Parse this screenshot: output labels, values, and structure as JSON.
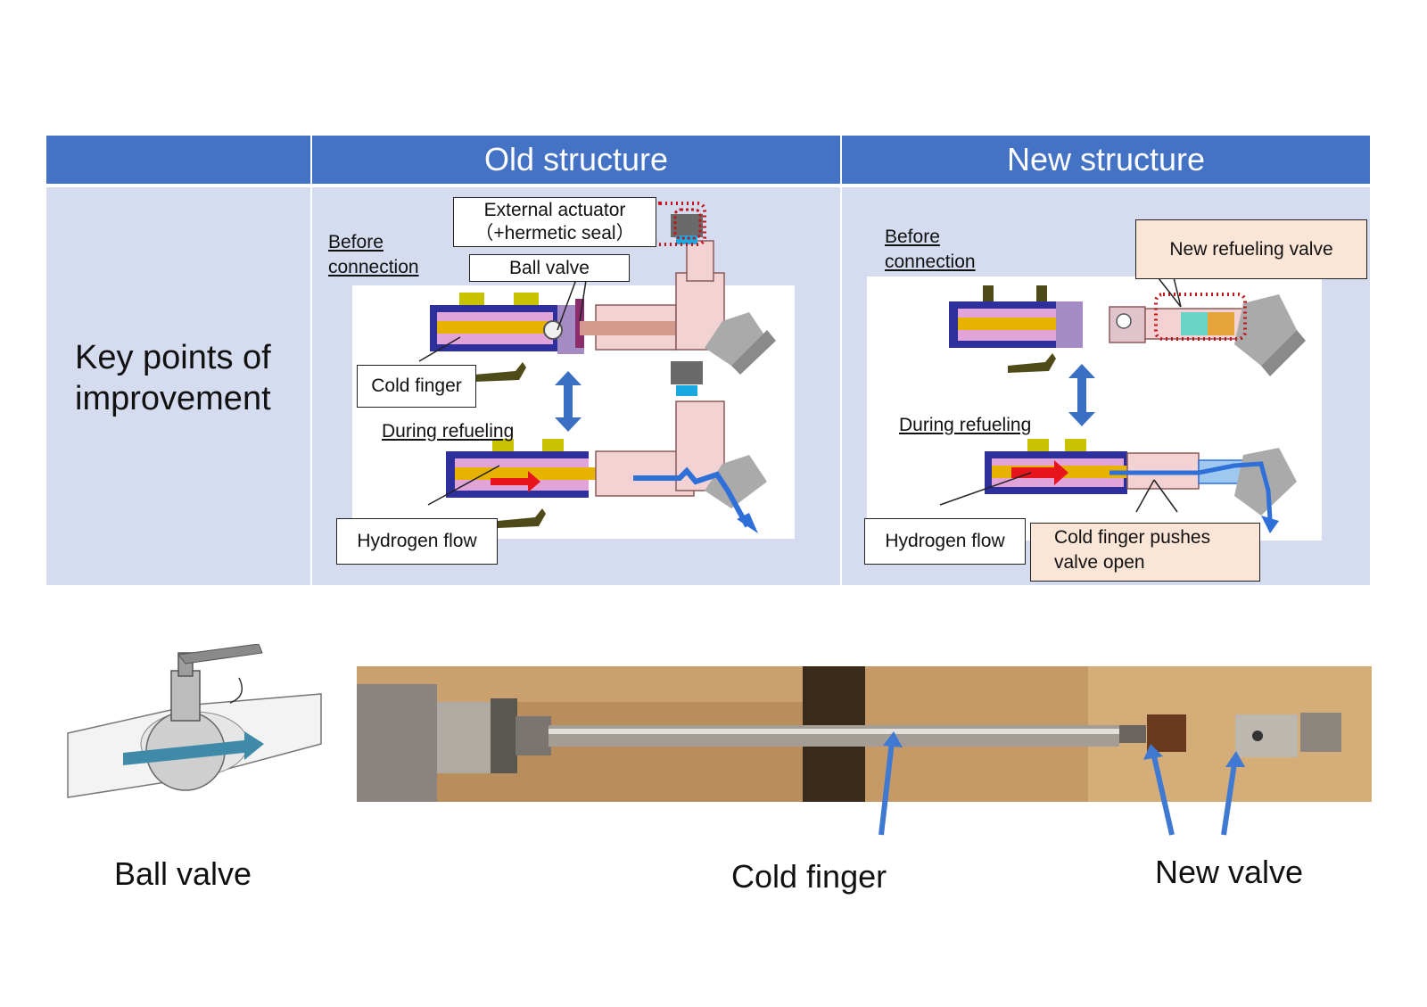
{
  "table": {
    "header_old": "Old structure",
    "header_new": "New structure",
    "row_label": "Key points of improvement"
  },
  "old": {
    "before_connection": "Before connection",
    "during_refueling": "During refueling",
    "external_actuator": "External actuator\n（+hermetic seal）",
    "ball_valve": "Ball valve",
    "cold_finger": "Cold finger",
    "hydrogen_flow": "Hydrogen flow"
  },
  "new": {
    "before_connection": "Before connection",
    "during_refueling": "During refueling",
    "new_refueling_valve": "New refueling valve",
    "hydrogen_flow": "Hydrogen flow",
    "cold_finger_pushes": "Cold finger pushes valve open"
  },
  "captions": {
    "ball_valve": "Ball valve",
    "cold_finger": "Cold finger",
    "new_valve": "New valve"
  },
  "colors": {
    "header_blue": "#4472c4",
    "cell_background": "#d5dcef",
    "callout_fill": "#fbe5d6",
    "flow_arrow_blue": "#2e6fd8",
    "flow_arrow_red": "#e8141b",
    "dotted_highlight": "#c0161b"
  }
}
